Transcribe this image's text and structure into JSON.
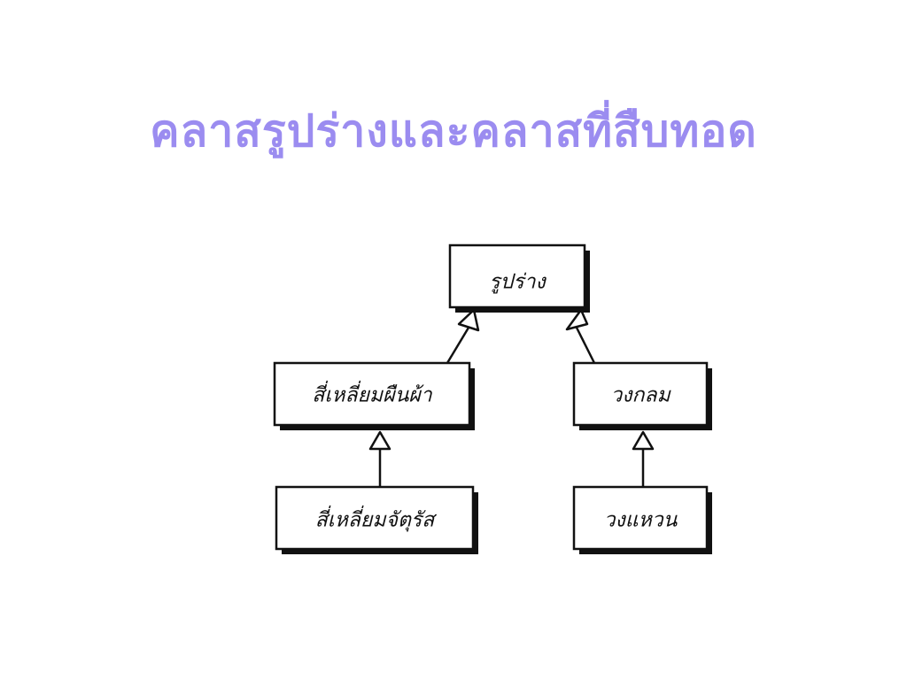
{
  "title": "คลาสรูปร่างและคลาสที่สืบทอด",
  "diagram": {
    "nodes": {
      "shape": "รูปร่าง",
      "parallelogram": "สี่เหลี่ยมผืนผ้า",
      "circle": "วงกลม",
      "square": "สี่เหลี่ยมจัตุรัส",
      "ring": "วงแหวน"
    },
    "colors": {
      "title": "#9b8cf0",
      "line": "#111111",
      "shadow": "#111111",
      "box": "#ffffff"
    }
  }
}
